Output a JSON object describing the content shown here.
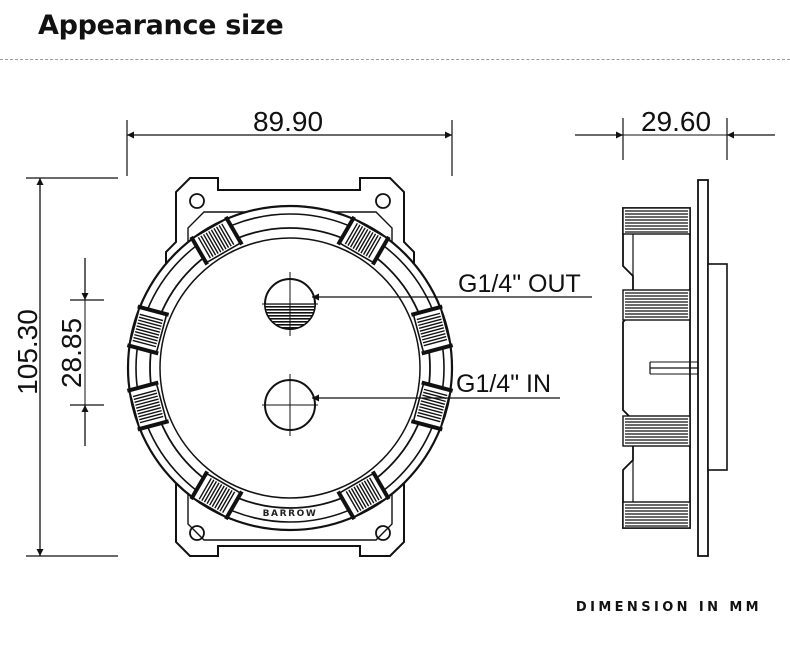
{
  "header": {
    "title": "Appearance size"
  },
  "dimensions": {
    "width": "89.90",
    "height": "105.30",
    "port_spacing": "28.85",
    "depth": "29.60"
  },
  "ports": {
    "outlet": "G1/4\" OUT",
    "inlet": "G1/4\" IN"
  },
  "brand": "BARROW",
  "footer": {
    "unit_note": "DIMENSION IN MM"
  }
}
